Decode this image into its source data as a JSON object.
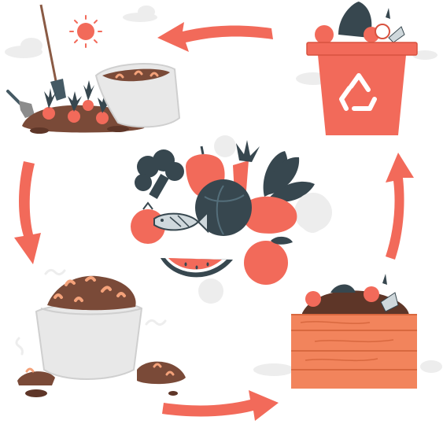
{
  "colors": {
    "accent": "#F26A5A",
    "accent_dark": "#D8523F",
    "soil": "#7A4A38",
    "soil_dark": "#5E3628",
    "sack": "#E8E8E8",
    "sack_shadow": "#CFCFCF",
    "crate": "#F2845C",
    "crate_line": "#D8683F",
    "dark": "#37474F",
    "green_dark": "#263238",
    "cloud": "#EDEDED",
    "worm": "#F4A27A",
    "white": "#FFFFFF"
  },
  "icons": {
    "cycle_arrows": "curved-arrow",
    "recycle": "recycle-icon",
    "sun": "sun-icon"
  },
  "stages": [
    "garden-stage",
    "recycle-bin-stage",
    "food-scraps-stage",
    "compost-crate-stage",
    "compost-sack-stage"
  ]
}
